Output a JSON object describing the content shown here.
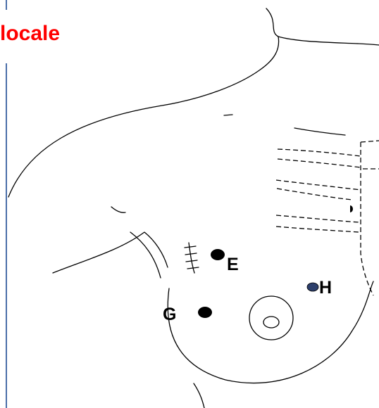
{
  "title": "locale",
  "colors": {
    "title": "#ff0000",
    "accent_rule": "#4a6ea9",
    "line": "#000000",
    "point_H": "#2c3e6b"
  },
  "points": [
    {
      "label": "E"
    },
    {
      "label": "G"
    },
    {
      "label": "H"
    }
  ]
}
